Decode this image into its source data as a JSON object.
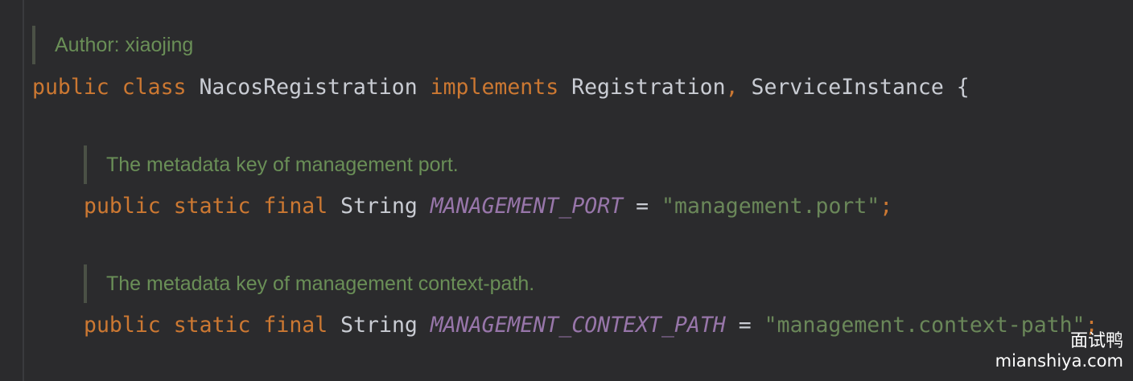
{
  "editor": {
    "lines": [
      {
        "doc": "Author: xiaojing"
      },
      {
        "tokens": [
          {
            "text": "public",
            "kind": "kw"
          },
          {
            "text": " "
          },
          {
            "text": "class",
            "kind": "kw"
          },
          {
            "text": " NacosRegistration ",
            "kind": "id"
          },
          {
            "text": "implements",
            "kind": "kw"
          },
          {
            "text": " Registration",
            "kind": "id"
          },
          {
            "text": ",",
            "kind": "kw"
          },
          {
            "text": " ServiceInstance {",
            "kind": "id"
          }
        ]
      },
      {
        "doc": "The metadata key of management port."
      },
      {
        "tokens": [
          {
            "text": "public",
            "kind": "kw"
          },
          {
            "text": " "
          },
          {
            "text": "static",
            "kind": "kw"
          },
          {
            "text": " "
          },
          {
            "text": "final",
            "kind": "kw"
          },
          {
            "text": " String ",
            "kind": "id"
          },
          {
            "text": "MANAGEMENT_PORT",
            "kind": "const"
          },
          {
            "text": " = ",
            "kind": "id"
          },
          {
            "text": "\"management.port\"",
            "kind": "str"
          },
          {
            "text": ";",
            "kind": "kw"
          }
        ]
      },
      {
        "doc": "The metadata key of management context-path."
      },
      {
        "tokens": [
          {
            "text": "public",
            "kind": "kw"
          },
          {
            "text": " "
          },
          {
            "text": "static",
            "kind": "kw"
          },
          {
            "text": " "
          },
          {
            "text": "final",
            "kind": "kw"
          },
          {
            "text": " String ",
            "kind": "id"
          },
          {
            "text": "MANAGEMENT_CONTEXT_PATH",
            "kind": "const"
          },
          {
            "text": " = ",
            "kind": "id"
          },
          {
            "text": "\"management.context-path\"",
            "kind": "str"
          },
          {
            "text": ";",
            "kind": "kw"
          }
        ]
      }
    ]
  },
  "watermark": {
    "line1": "面试鸭",
    "line2": "mianshiya.com"
  },
  "colors": {
    "background": "#2b2b2d",
    "keyword": "#cc7832",
    "identifier": "#c9ccd3",
    "constant": "#9876aa",
    "string": "#6a8759",
    "doc_text": "#6a8f57",
    "doc_bar": "#4b5146"
  }
}
